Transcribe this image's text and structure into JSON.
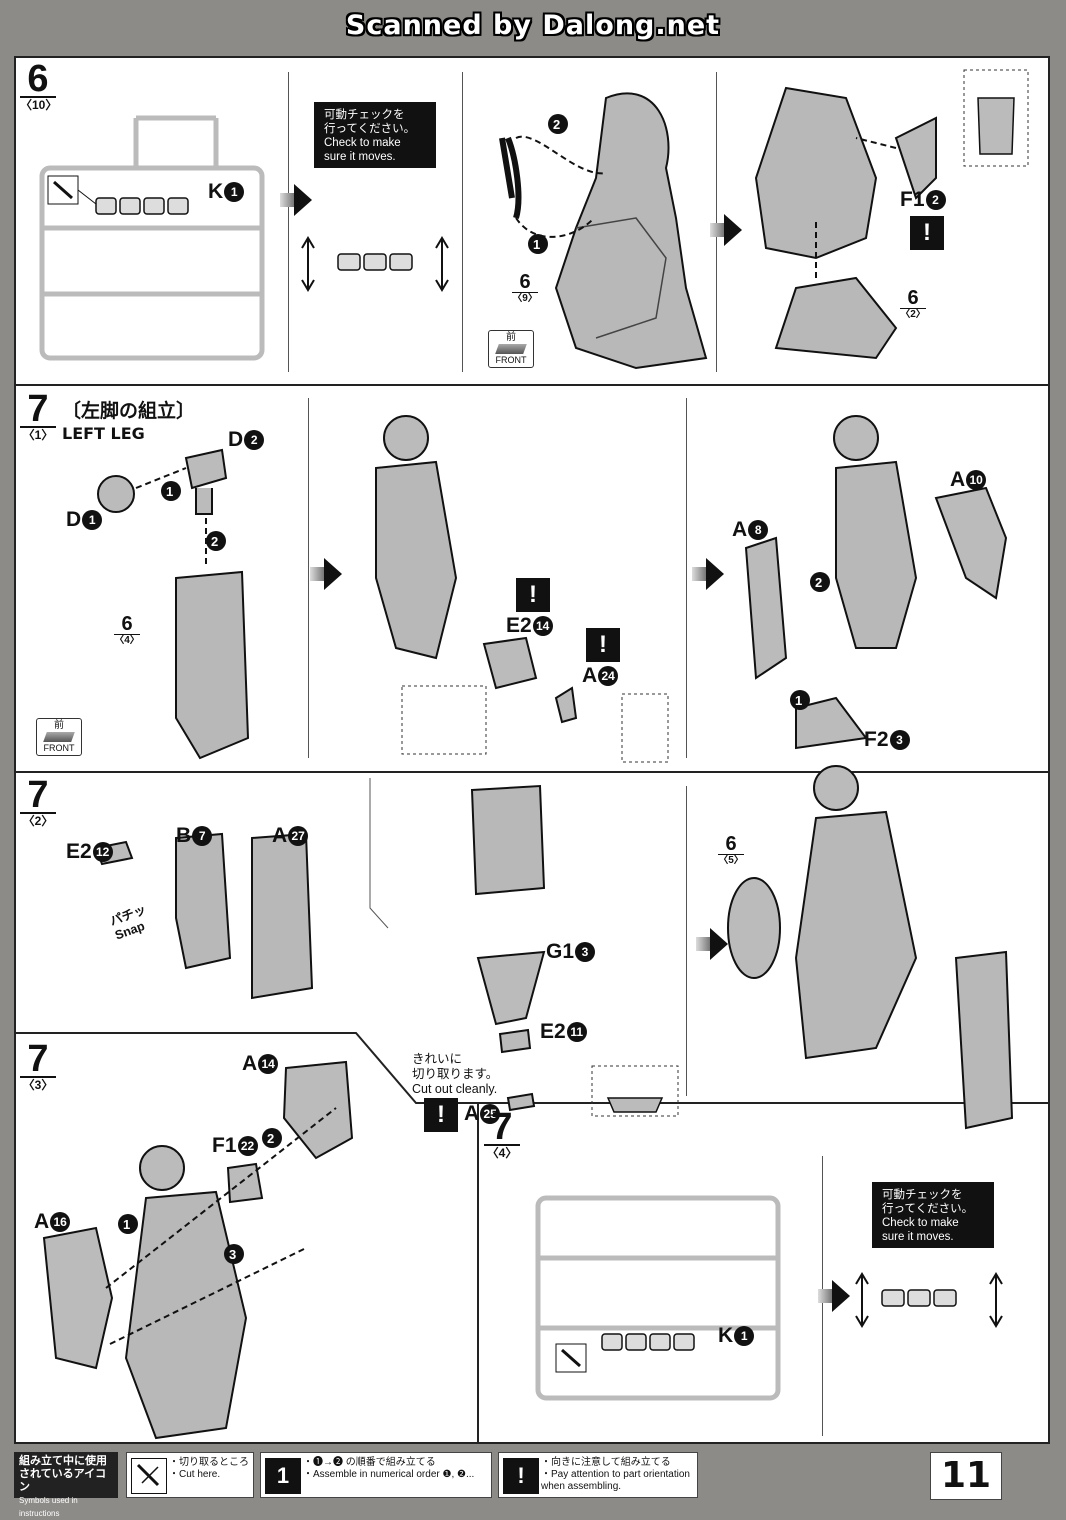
{
  "header": {
    "watermark": "Scanned by Dalong.net"
  },
  "step_6": {
    "number": "6",
    "sub": "〈10〉",
    "runner_part": {
      "letter": "K",
      "num": "1"
    },
    "check": {
      "jp_line1": "可動チェックを",
      "jp_line2": "行ってください。",
      "en_line1": "Check to make",
      "en_line2": "sure it moves."
    },
    "arrow_nums": [
      "2",
      "1"
    ],
    "ref_a": {
      "big": "6",
      "small": "〈9〉"
    },
    "front": {
      "jp": "前",
      "en": "FRONT"
    },
    "part_f1": {
      "letter": "F1",
      "num": "2"
    },
    "ref_b": {
      "big": "6",
      "small": "〈2〉"
    }
  },
  "step_7_1": {
    "number": "7",
    "sub": "〈1〉",
    "title_jp": "〔左脚の組立〕",
    "title_en": "LEFT LEG",
    "parts": [
      {
        "letter": "D",
        "num": "2"
      },
      {
        "letter": "D",
        "num": "1"
      },
      {
        "letter": "E2",
        "num": "14"
      },
      {
        "letter": "A",
        "num": "24"
      },
      {
        "letter": "A",
        "num": "8"
      },
      {
        "letter": "A",
        "num": "10"
      },
      {
        "letter": "F2",
        "num": "3"
      }
    ],
    "ref": {
      "big": "6",
      "small": "〈4〉"
    },
    "front": {
      "jp": "前",
      "en": "FRONT"
    },
    "arrow_nums": [
      "1",
      "2",
      "2",
      "1"
    ]
  },
  "step_7_2": {
    "number": "7",
    "sub": "〈2〉",
    "parts": [
      {
        "letter": "E2",
        "num": "12"
      },
      {
        "letter": "B",
        "num": "7"
      },
      {
        "letter": "A",
        "num": "27"
      },
      {
        "letter": "G1",
        "num": "3"
      },
      {
        "letter": "E2",
        "num": "11"
      },
      {
        "letter": "A",
        "num": "25"
      }
    ],
    "snap": {
      "jp": "パチッ",
      "en": "Snap"
    },
    "cut_note": {
      "jp_line1": "きれいに",
      "jp_line2": "切り取ります。",
      "en": "Cut out cleanly."
    },
    "ref": {
      "big": "6",
      "small": "〈5〉"
    }
  },
  "step_7_3": {
    "number": "7",
    "sub": "〈3〉",
    "parts": [
      {
        "letter": "A",
        "num": "14"
      },
      {
        "letter": "F1",
        "num": "22"
      },
      {
        "letter": "A",
        "num": "16"
      }
    ],
    "arrow_nums": [
      "2",
      "1",
      "3"
    ]
  },
  "step_7_4": {
    "number": "7",
    "sub": "〈4〉",
    "runner_part": {
      "letter": "K",
      "num": "1"
    },
    "check": {
      "jp_line1": "可動チェックを",
      "jp_line2": "行ってください。",
      "en_line1": "Check to make",
      "en_line2": "sure it moves."
    }
  },
  "legend": {
    "title_jp_line1": "組み立て中に使用",
    "title_jp_line2": "されているアイコン",
    "title_en": "Symbols used in instructions",
    "items": [
      {
        "icon": "cut-icon",
        "jp": "・切り取るところ",
        "en": "・Cut here."
      },
      {
        "icon": "number-order-icon",
        "glyph": "1",
        "jp": "・❶→❷ の順番で組み立てる",
        "en": "・Assemble in numerical order ❶, ❷..."
      },
      {
        "icon": "warning-icon",
        "glyph": "!",
        "jp": "・向きに注意して組み立てる",
        "en_line1": "・Pay attention to part orientation",
        "en_line2": "when assembling."
      }
    ]
  },
  "page_number": "11"
}
